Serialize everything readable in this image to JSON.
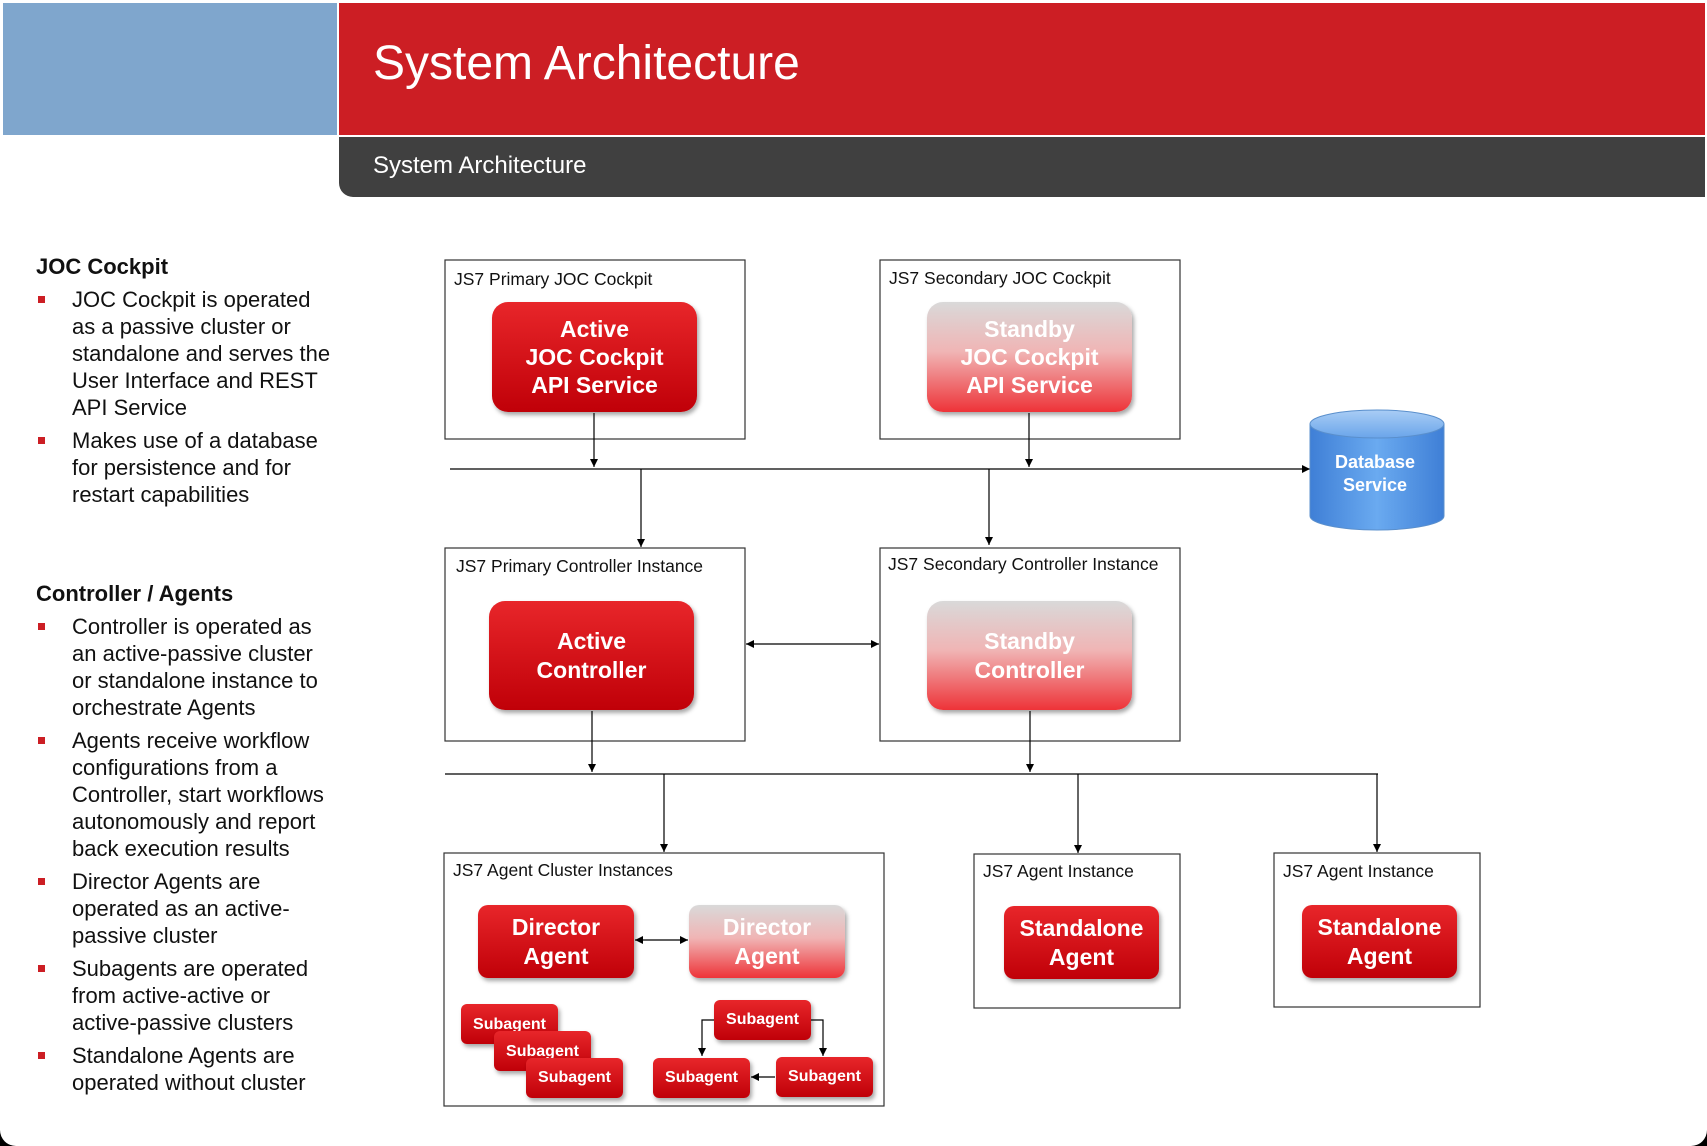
{
  "header": {
    "title": "System Architecture",
    "subtitle": "System Architecture"
  },
  "sidebar": {
    "joc_heading": "JOC Cockpit",
    "joc_bullets": [
      "JOC Cockpit is operated as a passive cluster or standalone and serves the User Interface and REST API Service",
      "Makes use of a database for persistence and for restart capabilities"
    ],
    "controller_heading": "Controller / Agents",
    "controller_bullets": [
      "Controller is operated as an active-passive cluster or standalone instance to orchestrate Agents",
      "Agents receive workflow configurations from a Controller, start workflows autonomously and report back execution results",
      "Director Agents are operated as an active-passive cluster",
      "Subagents are operated from active-active or active-passive clusters",
      "Standalone Agents are operated without cluster"
    ]
  },
  "diagram": {
    "frames": {
      "primary_joc": "JS7 Primary  JOC Cockpit",
      "secondary_joc": "JS7 Secondary JOC Cockpit",
      "primary_controller": "JS7 Primary  Controller Instance",
      "secondary_controller": "JS7 Secondary Controller Instance",
      "agent_cluster": "JS7 Agent Cluster Instances",
      "agent_instance_1": "JS7 Agent Instance",
      "agent_instance_2": "JS7 Agent Instance"
    },
    "nodes": {
      "active_joc": [
        "Active",
        "JOC Cockpit",
        "API Service"
      ],
      "standby_joc": [
        "Standby",
        "JOC Cockpit",
        "API Service"
      ],
      "database": [
        "Database",
        "Service"
      ],
      "active_controller": [
        "Active",
        "Controller"
      ],
      "standby_controller": [
        "Standby",
        "Controller"
      ],
      "director_active": [
        "Director",
        "Agent"
      ],
      "director_standby": [
        "Director",
        "Agent"
      ],
      "standalone_1": [
        "Standalone",
        "Agent"
      ],
      "standalone_2": [
        "Standalone",
        "Agent"
      ],
      "subagent": "Subagent"
    },
    "colors": {
      "active_red": "#cc1e24",
      "header_blue": "#7fa6cd",
      "subtitle_gray": "#404040",
      "database_blue": "#4a8fe0"
    }
  }
}
